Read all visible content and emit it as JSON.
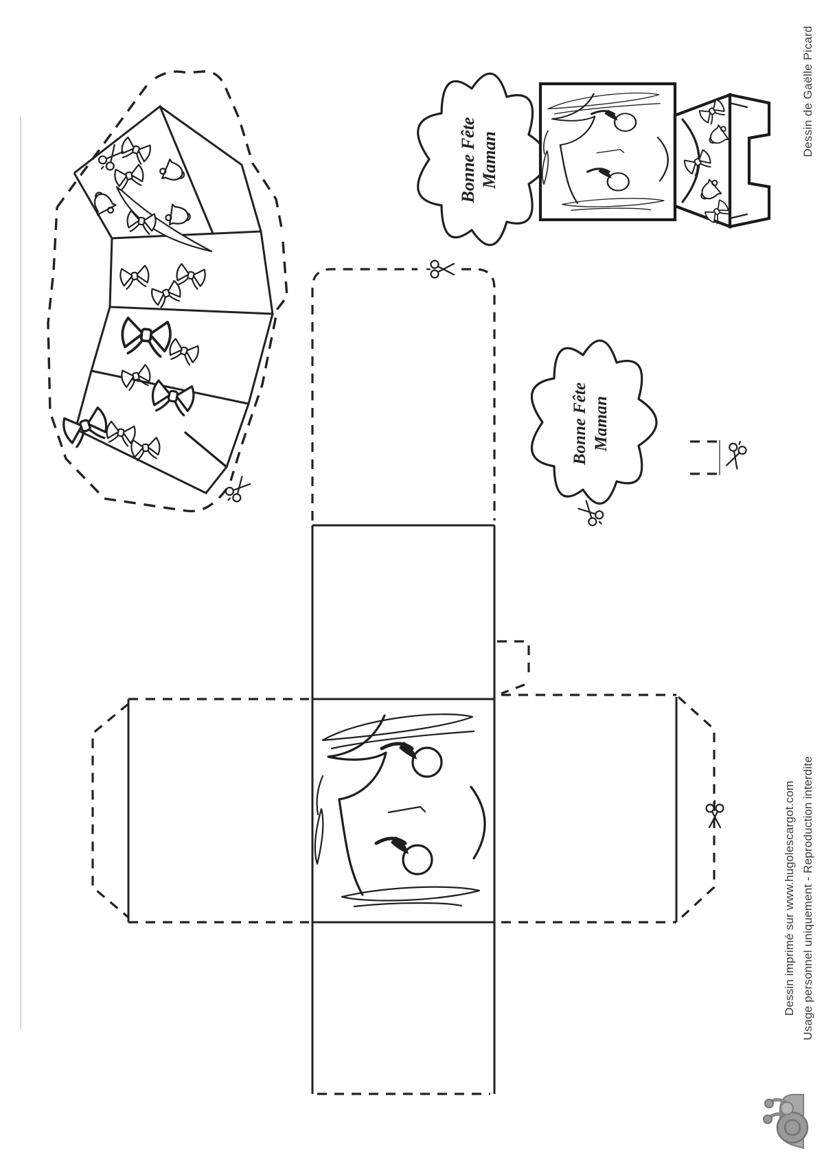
{
  "page": {
    "background": "#ffffff",
    "ink_color": "#1f1f1f",
    "logo_gray": "#9a9a9a"
  },
  "bubbles": {
    "top": {
      "line1": "Bonne Fête",
      "line2": "Maman"
    },
    "middle": {
      "line1": "Bonne Fête",
      "line2": "Maman"
    }
  },
  "credits": {
    "artist": "Dessin de Gaëlle Picard",
    "printed": "Dessin imprimé sur www.hugolescargot.com",
    "usage": "Usage personnel uniquement - Reproduction interdite"
  },
  "icons": {
    "scissors": "scissors-cut-icon",
    "snail": "hugo-lescargot-snail-logo"
  }
}
